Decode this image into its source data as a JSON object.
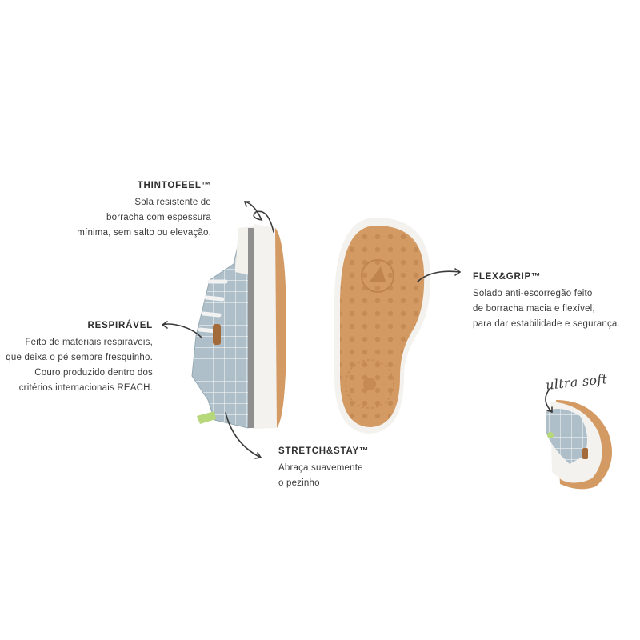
{
  "features": {
    "thintofeel": {
      "title": "THINTOFEEL™",
      "lines": [
        "Sola resistente de",
        "borracha com espessura",
        "mínima, sem salto ou elevação."
      ]
    },
    "respiravel": {
      "title": "RESPIRÁVEL",
      "lines": [
        "Feito de materiais respiráveis,",
        "que deixa o pé sempre fresquinho.",
        "Couro produzido dentro dos",
        "critérios internacionais REACH."
      ]
    },
    "stretch": {
      "title": "STRETCH&STAY™",
      "lines": [
        "Abraça suavemente",
        "o pezinho"
      ]
    },
    "flex": {
      "title": "FLEX&GRIP™",
      "lines": [
        "Solado anti-escorregão feito",
        "de borracha macia e flexível,",
        "para dar estabilidade e segurança."
      ]
    }
  },
  "ultra_soft_label": "ultra soft",
  "colors": {
    "sole_tan": "#d39a63",
    "sole_white": "#f4f2ee",
    "upper_gray": "#aebfc9",
    "grid_line": "#e9eef1",
    "lace_green": "#b6d77a",
    "text": "#3a3a3a"
  }
}
